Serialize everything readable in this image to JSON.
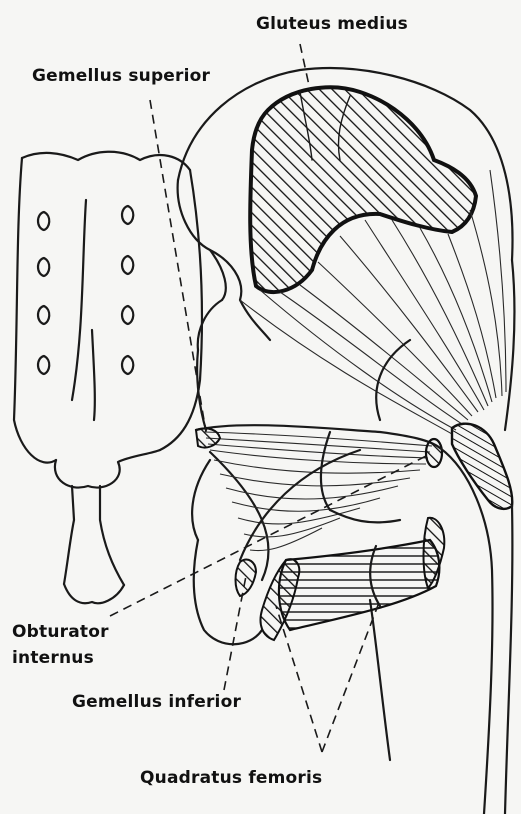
{
  "labels": {
    "gluteus_medius": "Gluteus medius",
    "gemellus_superior": "Gemellus superior",
    "obturator_internus_line1": "Obturator",
    "obturator_internus_line2": "internus",
    "gemellus_inferior": "Gemellus inferior",
    "quadratus_femoris": "Quadratus femoris"
  },
  "colors": {
    "ink": "#1a1a1a",
    "paper": "#f6f6f4"
  }
}
